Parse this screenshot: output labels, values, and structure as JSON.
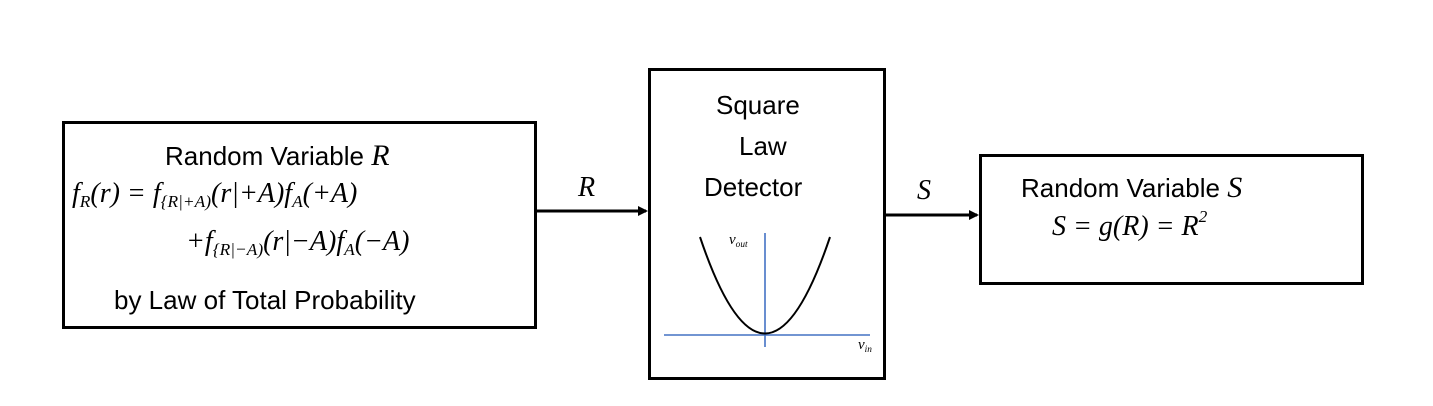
{
  "left_box": {
    "title": "Random Variable",
    "title_var": "R",
    "pdf_line1": {
      "a": "f",
      "a_sub": "R",
      "b": "(r) = f",
      "b_sub": "{R|+A)",
      "c": "(r|+A)f",
      "c_sub": "A",
      "d": "(+A)"
    },
    "pdf_line2": {
      "a": "+f",
      "a_sub": "{R|−A)",
      "b": "(r|−A)f",
      "b_sub": "A",
      "c": "(−A)"
    },
    "note": "by Law of Total Probability"
  },
  "middle_box": {
    "title_lines": [
      "Square",
      "Law",
      "Detector"
    ],
    "y_axis_label": "v",
    "y_axis_sub": "out",
    "x_axis_label": "v",
    "x_axis_sub": "in"
  },
  "right_box": {
    "title": "Random Variable",
    "title_var": "S",
    "eq_prefix": "S = g(R) = R",
    "eq_sup": "2"
  },
  "arrows": {
    "left_label": "R",
    "right_label": "S"
  },
  "colors": {
    "axes": "#4472c4",
    "curve": "#000000",
    "border": "#000000"
  }
}
